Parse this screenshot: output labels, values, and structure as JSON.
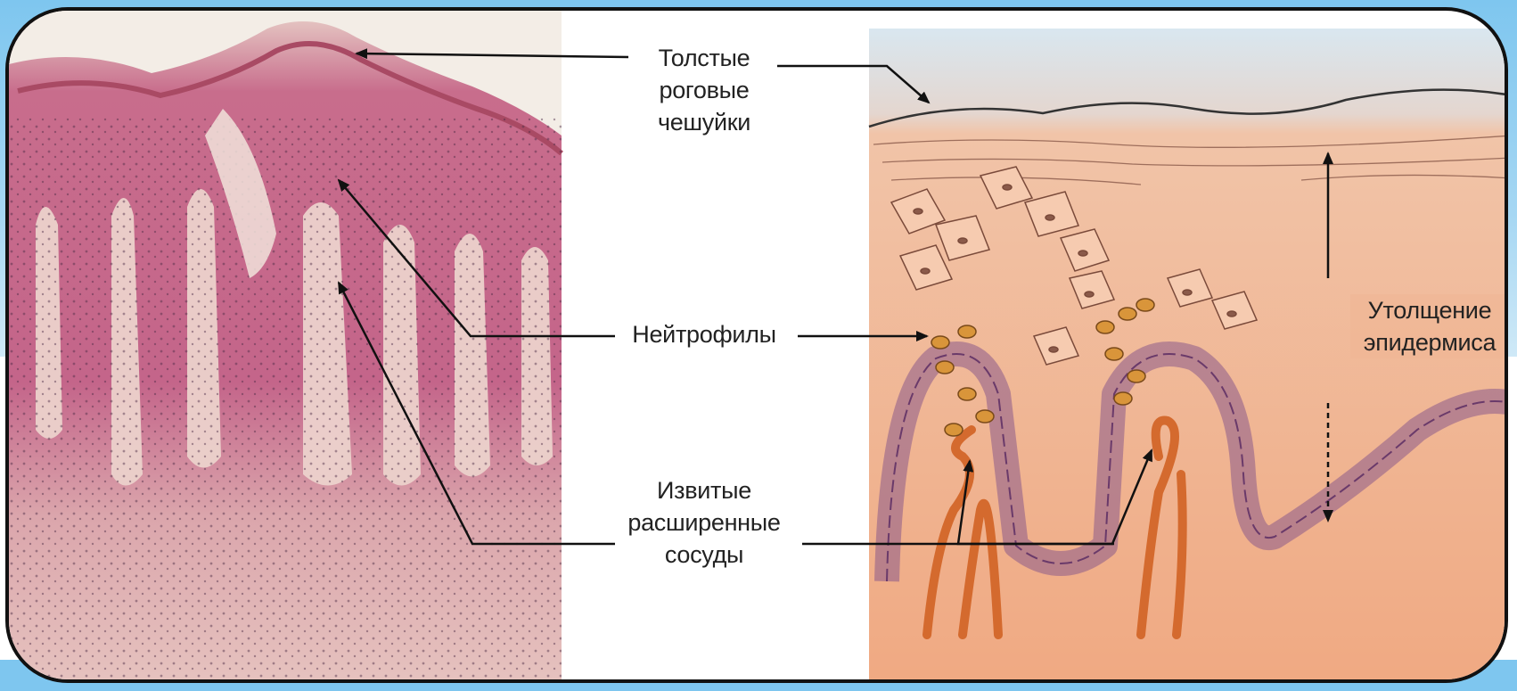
{
  "labels": {
    "thick_scales": [
      "Толстые",
      "роговые",
      "чешуйки"
    ],
    "neutrophils": "Нейтрофилы",
    "vessels": [
      "Извитые",
      "расширенные",
      "сосуды"
    ],
    "epidermis_thickening": [
      "Утолщение",
      "эпидермиса"
    ]
  },
  "colors": {
    "frame_border": "#111111",
    "background_band": "#7ec6ef",
    "histology_pink": "#c9708f",
    "illustration_skin": "#f0b594",
    "vessel": "#d46a2e",
    "neutrophil": "#d9953a"
  }
}
